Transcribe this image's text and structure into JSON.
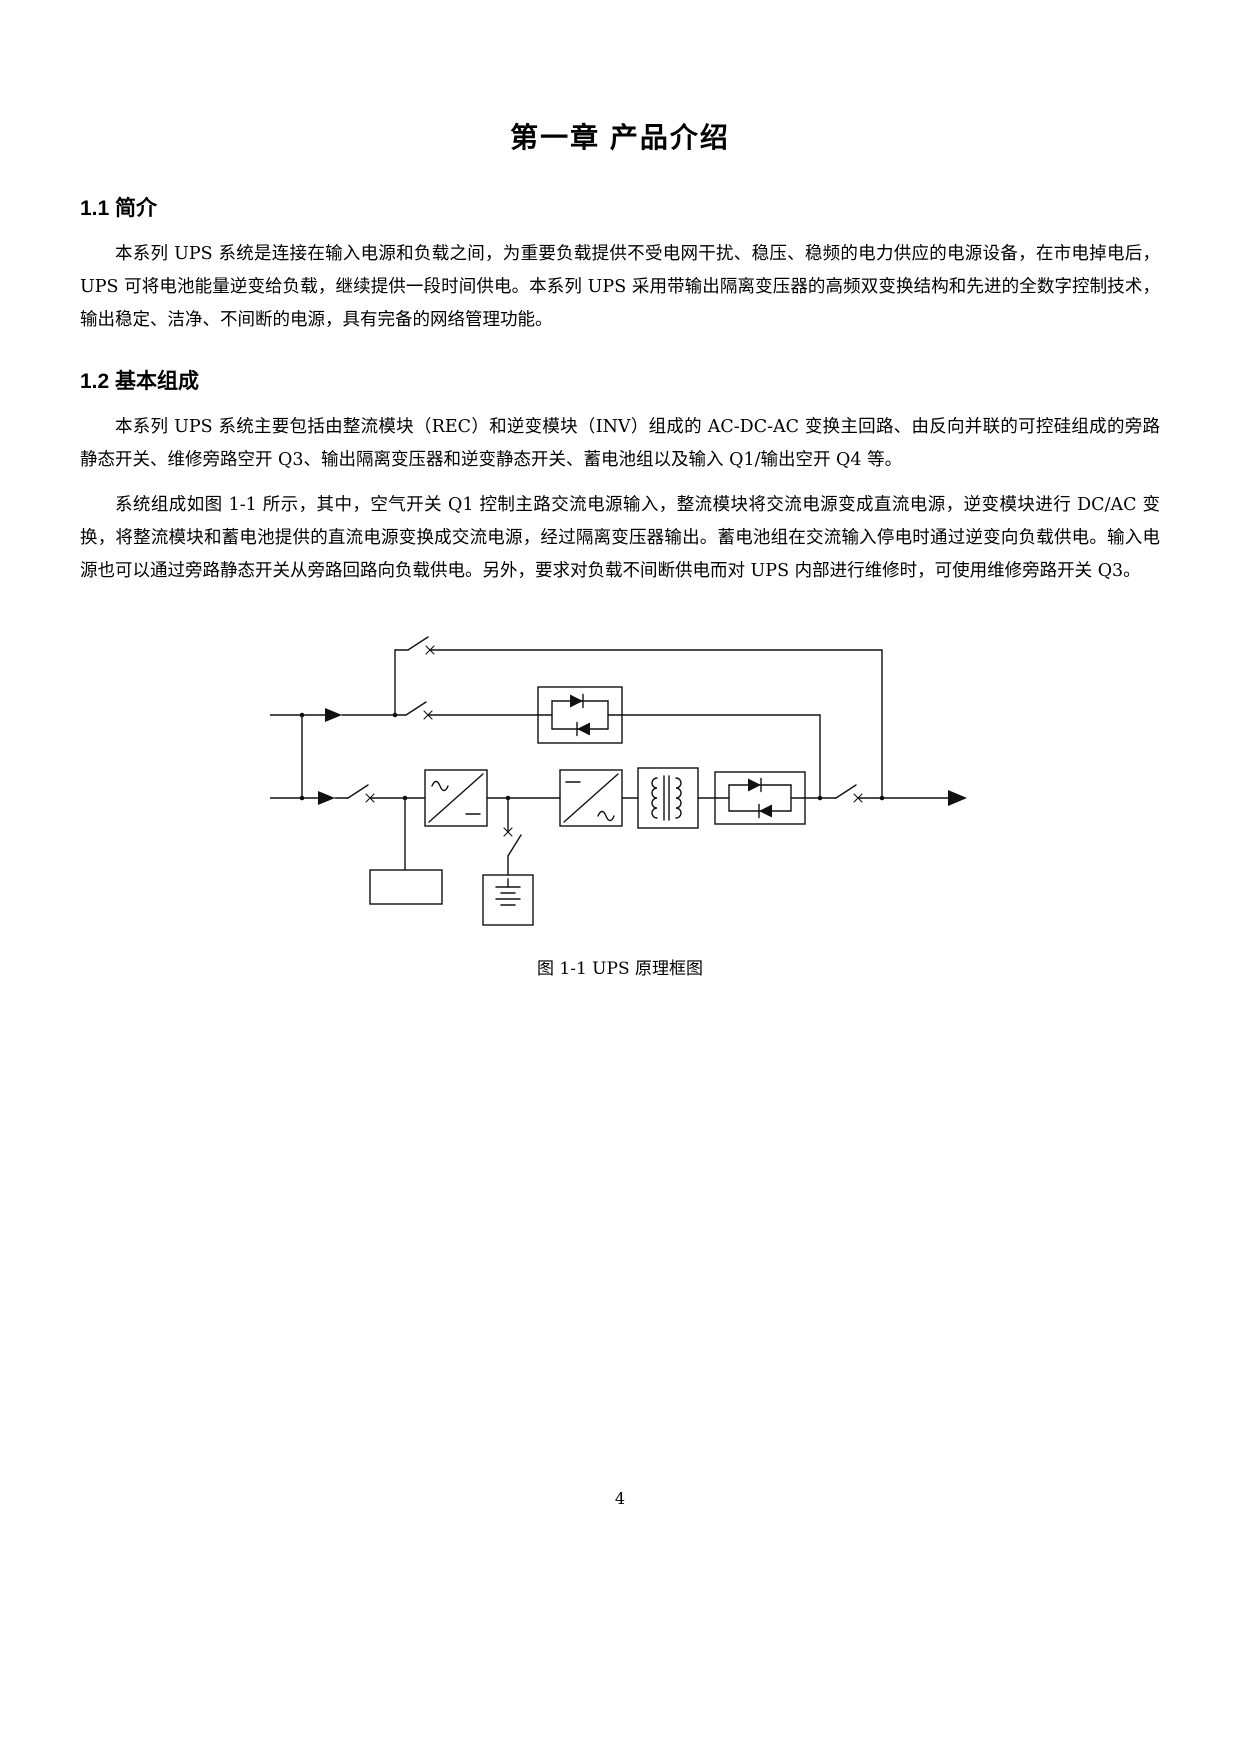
{
  "page": {
    "title": "第一章 产品介绍",
    "page_number": "4"
  },
  "sections": [
    {
      "heading": "1.1 简介",
      "paragraphs": [
        "本系列 UPS 系统是连接在输入电源和负载之间，为重要负载提供不受电网干扰、稳压、稳频的电力供应的电源设备，在市电掉电后，UPS 可将电池能量逆变给负载，继续提供一段时间供电。本系列 UPS 采用带输出隔离变压器的高频双变换结构和先进的全数字控制技术，输出稳定、洁净、不间断的电源，具有完备的网络管理功能。"
      ]
    },
    {
      "heading": "1.2 基本组成",
      "paragraphs": [
        "本系列 UPS 系统主要包括由整流模块（REC）和逆变模块（INV）组成的 AC-DC-AC 变换主回路、由反向并联的可控硅组成的旁路静态开关、维修旁路空开 Q3、输出隔离变压器和逆变静态开关、蓄电池组以及输入 Q1/输出空开 Q4 等。",
        "系统组成如图 1-1 所示，其中，空气开关 Q1 控制主路交流电源输入，整流模块将交流电源变成直流电源，逆变模块进行 DC/AC 变换，将整流模块和蓄电池提供的直流电源变换成交流电源，经过隔离变压器输出。蓄电池组在交流输入停电时通过逆变向负载供电。输入电源也可以通过旁路静态开关从旁路回路向负载供电。另外，要求对负载不间断供电而对 UPS 内部进行维修时，可使用维修旁路开关 Q3。"
      ]
    }
  ],
  "figure": {
    "caption": "图 1-1 UPS 原理框图"
  }
}
